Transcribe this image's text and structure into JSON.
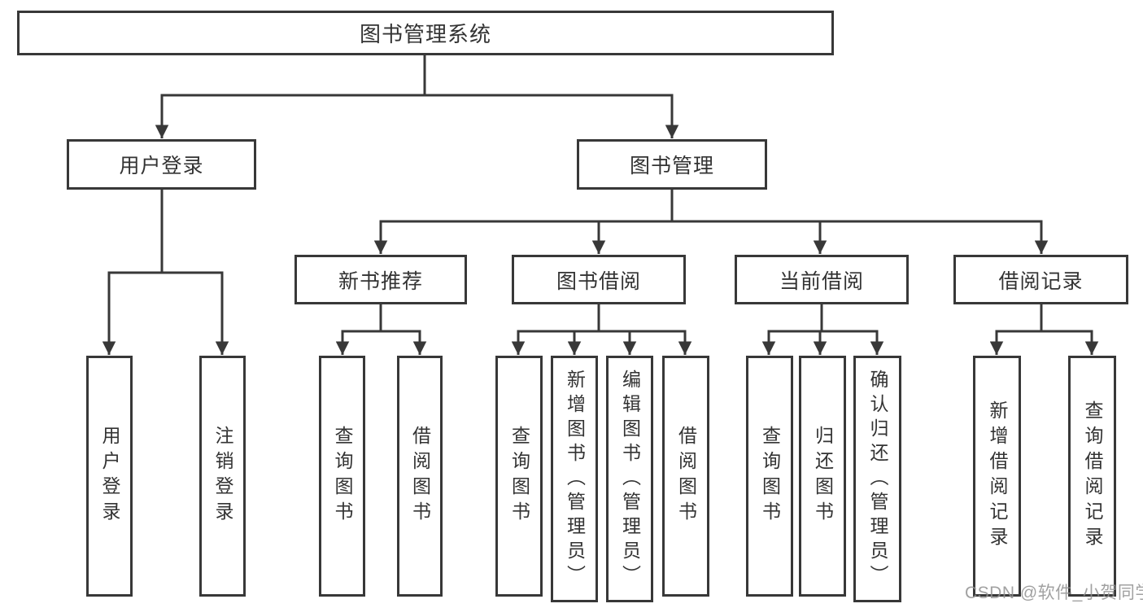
{
  "diagram": {
    "root": {
      "label": "图书管理系统"
    },
    "level2": [
      {
        "label": "用户登录"
      },
      {
        "label": "图书管理"
      }
    ],
    "level3": [
      {
        "label": "新书推荐"
      },
      {
        "label": "图书借阅"
      },
      {
        "label": "当前借阅"
      },
      {
        "label": "借阅记录"
      }
    ],
    "leaves": [
      {
        "label": "用户登录"
      },
      {
        "label": "注销登录"
      },
      {
        "label": "查询图书"
      },
      {
        "label": "借阅图书"
      },
      {
        "label": "查询图书"
      },
      {
        "label": "新增图书（管理员）"
      },
      {
        "label": "编辑图书（管理员）"
      },
      {
        "label": "借阅图书"
      },
      {
        "label": "查询图书"
      },
      {
        "label": "归还图书"
      },
      {
        "label": "确认归还（管理员）"
      },
      {
        "label": "新增借阅记录"
      },
      {
        "label": "查询借阅记录"
      }
    ],
    "colors": {
      "line": "#383838",
      "box_border": "#383838",
      "text": "#333333",
      "background": "#ffffff",
      "watermark": "#919191"
    }
  },
  "watermark": {
    "text": "CSDN @软件_小贺同学"
  }
}
